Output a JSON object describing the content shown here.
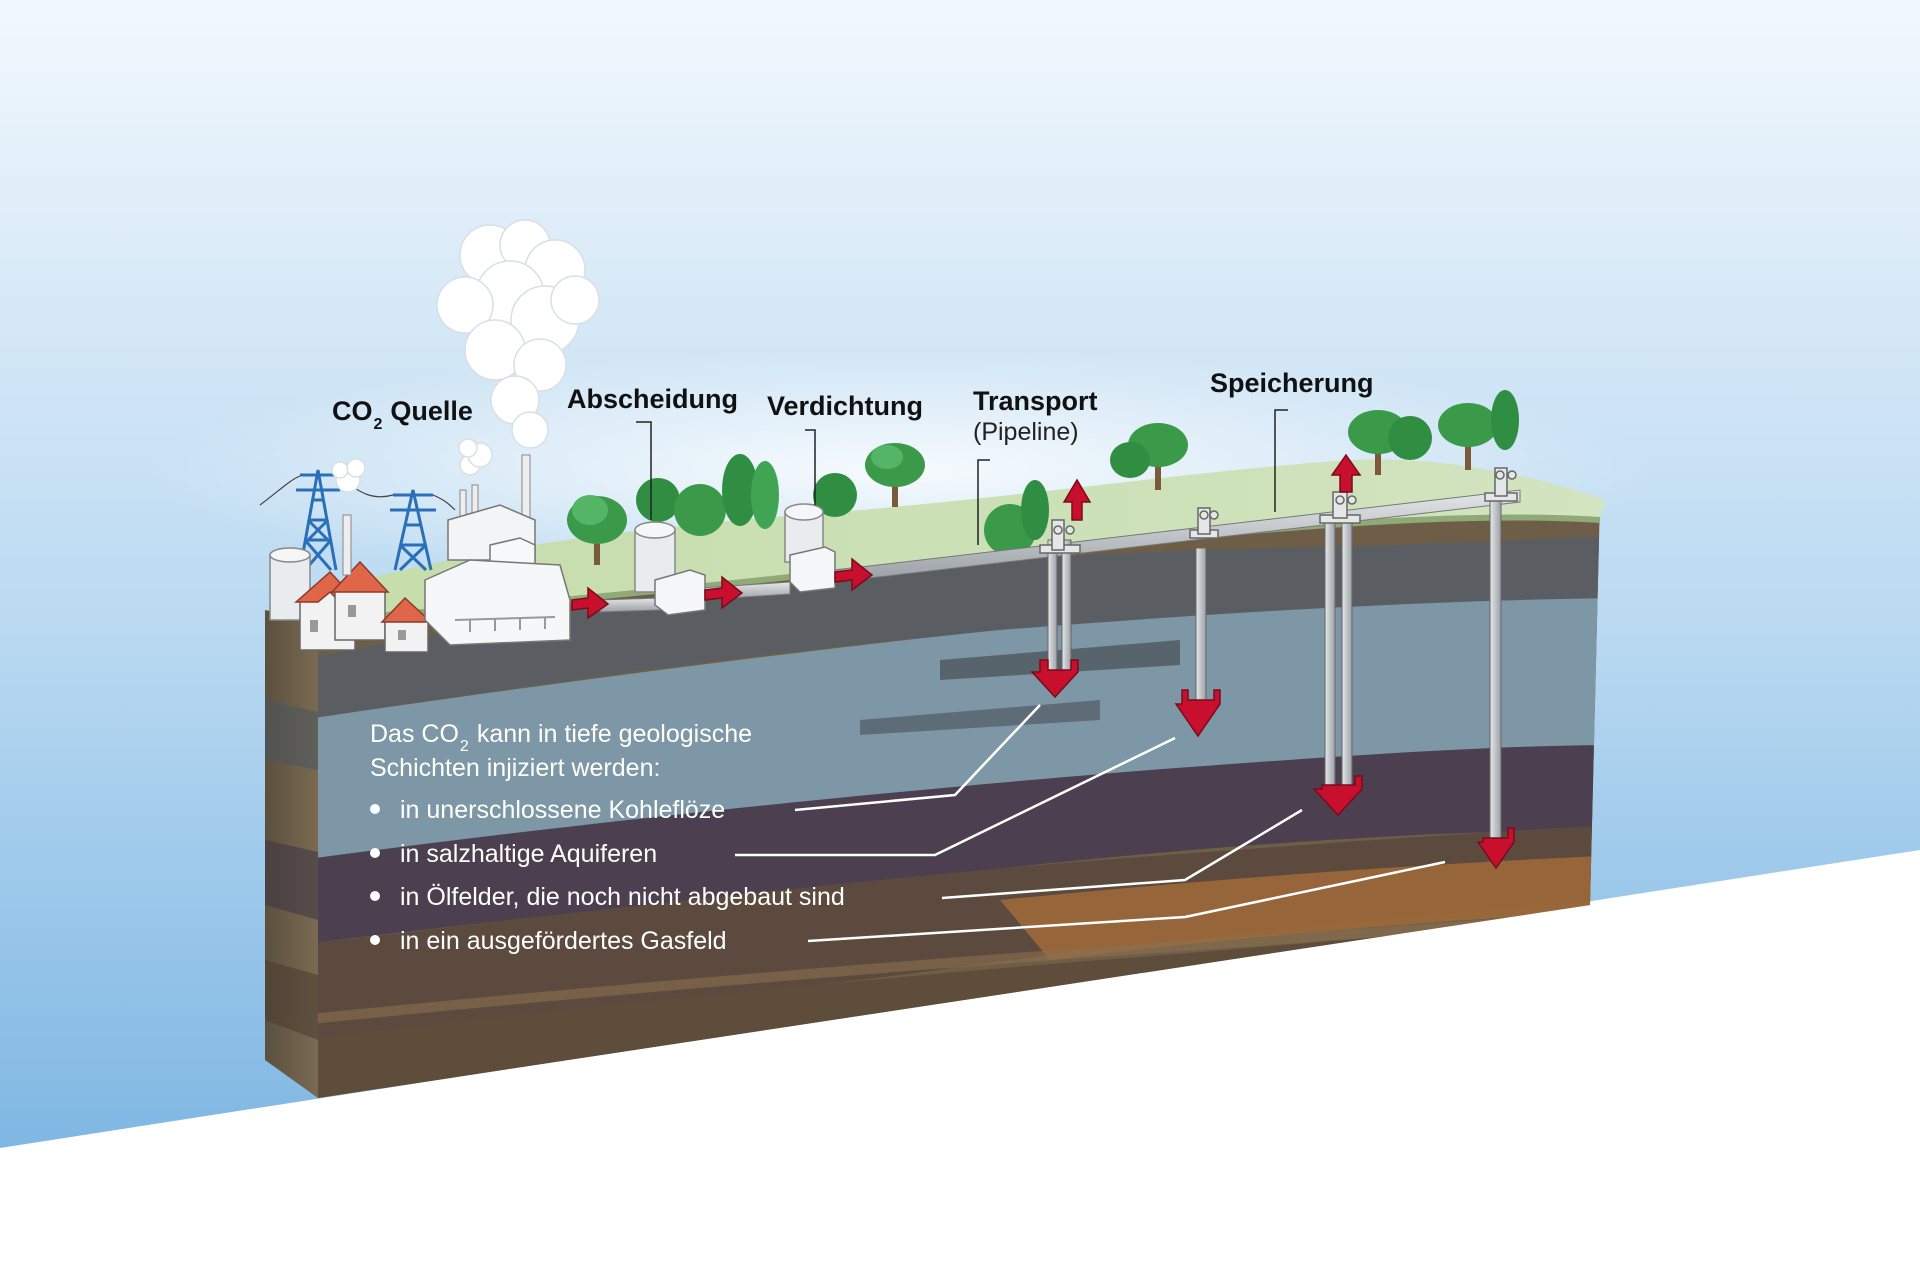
{
  "labels": {
    "source_prefix": "CO",
    "source_sub": "2",
    "source_suffix": "Quelle",
    "capture": "Abscheidung",
    "compression": "Verdichtung",
    "transport": "Transport",
    "transport_sub": "(Pipeline)",
    "storage": "Speicherung"
  },
  "description": {
    "line1_prefix": "Das CO",
    "line1_sub": "2",
    "line1_suffix": "kann in tiefe geologische",
    "line2": "Schichten injiziert werden:",
    "bullets": [
      "in unerschlossene Kohleflöze",
      "in salzhaltige Aquiferen",
      "in Ölfelder, die noch nicht abgebaut sind",
      "in ein ausgefördertes Gasfeld"
    ]
  },
  "colors": {
    "sky_top": "#eef6fc",
    "sky_bottom": "#86bde6",
    "ground_surface": "#c9dfb0",
    "arrow_red": "#c8102e",
    "pipe_gray": "#b8bcc0",
    "tree_green": "#3a9a4a"
  },
  "icons": [
    "power-plant-icon",
    "factory-icon",
    "power-pylon-icon",
    "tree-icon",
    "storage-tank-icon",
    "compressor-icon",
    "wellhead-icon",
    "flow-arrow-icon",
    "cloud-icon"
  ]
}
